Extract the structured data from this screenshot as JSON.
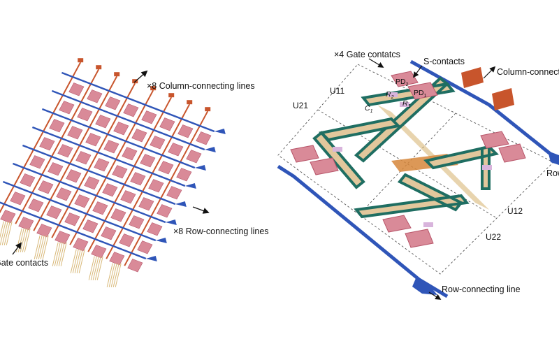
{
  "left_panel": {
    "column_lines_label": "×8 Column-connecting lines",
    "row_lines_label": "×8 Row-connecting lines",
    "gate_contacts_label": "Gate contacts"
  },
  "right_panel": {
    "gate_contacts_label": "×4 Gate contatcs",
    "s_contacts_label": "S-contacts",
    "column_line_label": "Column-connecting",
    "row_line_right_label": "Row",
    "row_line_bottom_label": "Row-connecting line",
    "units": {
      "u11": "U11",
      "u21": "U21",
      "u12": "U12",
      "u22": "U22"
    },
    "components": {
      "pd2": "PD",
      "pd2_sub": "2",
      "pd1": "PD",
      "pd1_sub": "1",
      "r2": "R",
      "r2_sub": "2",
      "r1": "R",
      "r1_sub": "1",
      "c1": "C",
      "c1_sub": "1"
    }
  },
  "colors": {
    "pixel_pink": "#d98a98",
    "pixel_edge": "#b8566a",
    "row_line_blue": "#2f55b8",
    "column_line_orange": "#c8552c",
    "gate_gold": "#d8b878",
    "cap_green": "#1f6e62",
    "cap_tan": "#e2c79c"
  }
}
